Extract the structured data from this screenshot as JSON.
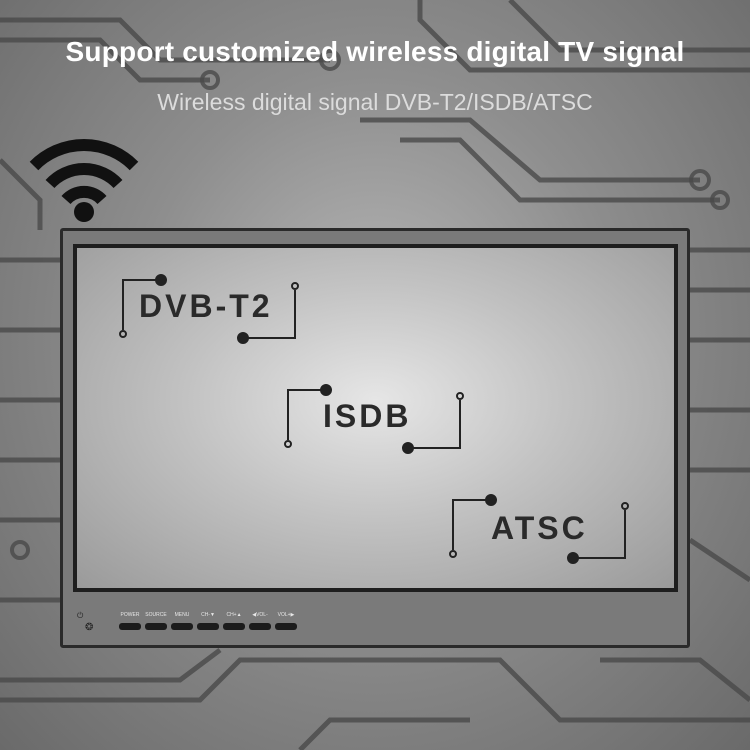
{
  "headline": "Support customized wireless digital TV signal",
  "subheadline": "Wireless digital signal DVB-T2/ISDB/ATSC",
  "signals": [
    "DVB-T2",
    "ISDB",
    "ATSC"
  ],
  "buttons": [
    "POWER",
    "SOURCE",
    "MENU",
    "CH-▼",
    "CH+▲",
    "◀VOL-",
    "VOL+▶"
  ],
  "icons": {
    "wifi": "wifi-icon",
    "power": "power-indicator-icon",
    "speaker": "speaker-grille-icon"
  },
  "colors": {
    "headline": "#ffffff",
    "subheadline": "#dcdcdc",
    "tv_frame": "#2a2a2a",
    "label": "#2a2a2a"
  }
}
